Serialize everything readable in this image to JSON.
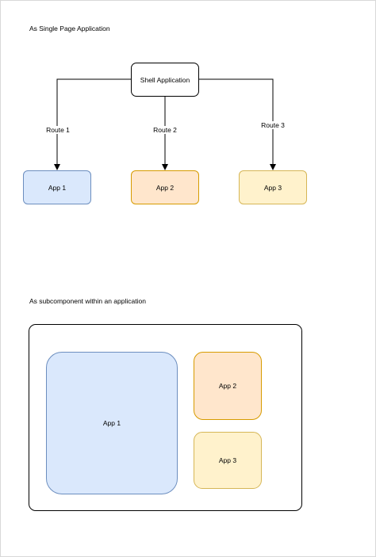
{
  "section_spa": {
    "caption": "As Single Page Application",
    "shell_label": "Shell Application",
    "routes": [
      "Route 1",
      "Route 2",
      "Route 3"
    ],
    "apps": [
      {
        "label": "App 1",
        "fill": "#dae8fc",
        "stroke": "#6c8ebf"
      },
      {
        "label": "App 2",
        "fill": "#ffe6cc",
        "stroke": "#d79b00"
      },
      {
        "label": "App 3",
        "fill": "#fff2cc",
        "stroke": "#d6b656"
      }
    ]
  },
  "section_sub": {
    "caption": "As subcomponent within an application",
    "apps": [
      {
        "label": "App 1",
        "fill": "#dae8fc",
        "stroke": "#6c8ebf"
      },
      {
        "label": "App 2",
        "fill": "#ffe6cc",
        "stroke": "#d79b00"
      },
      {
        "label": "App 3",
        "fill": "#fff2cc",
        "stroke": "#d6b656"
      }
    ]
  }
}
